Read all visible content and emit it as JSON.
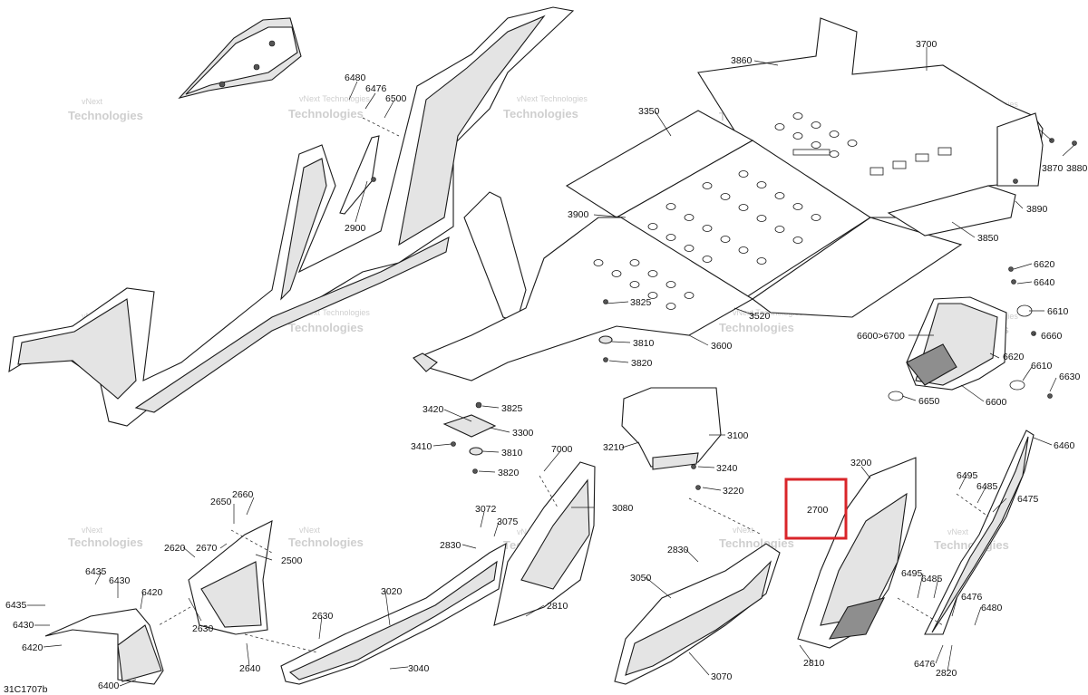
{
  "diagram_code": "31C1707b",
  "highlighted_part": "2700",
  "watermark": {
    "line1": "vNext",
    "line2": "Technologies",
    "line1_alt": "vNext Technologies"
  },
  "part_numbers": {
    "p6480": "6480",
    "p6476a": "6476",
    "p6500": "6500",
    "p2900": "2900",
    "p3860": "3860",
    "p3700": "3700",
    "p3350": "3350",
    "p3870": "3870",
    "p3880": "3880",
    "p3890": "3890",
    "p3900": "3900",
    "p3850": "3850",
    "p6620a": "6620",
    "p6640": "6640",
    "p6610a": "6610",
    "p6600range": "6600>6700",
    "p6660": "6660",
    "p3825a": "3825",
    "p3520": "3520",
    "p3810a": "3810",
    "p3600": "3600",
    "p3820a": "3820",
    "p6620b": "6620",
    "p6610b": "6610",
    "p6630": "6630",
    "p6650": "6650",
    "p6600": "6600",
    "p3420": "3420",
    "p3825b": "3825",
    "p3300": "3300",
    "p3410": "3410",
    "p3810b": "3810",
    "p3820b": "3820",
    "p7000": "7000",
    "p3210": "3210",
    "p3100": "3100",
    "p3240": "3240",
    "p3220": "3220",
    "p6460": "6460",
    "p3200": "3200",
    "p2700": "2700",
    "p6495a": "6495",
    "p6485a": "6485",
    "p6475": "6475",
    "p2660": "2660",
    "p2650": "2650",
    "p3080": "3080",
    "p3072": "3072",
    "p3075": "3075",
    "p2620": "2620",
    "p2670": "2670",
    "p2500": "2500",
    "p2830a": "2830",
    "p2830b": "2830",
    "p6435a": "6435",
    "p6430a": "6430",
    "p6420a": "6420",
    "p6435b": "6435",
    "p6430b": "6430",
    "p6420b": "6420",
    "p2630a": "2630",
    "p3020": "3020",
    "p2630b": "2630",
    "p2810a": "2810",
    "p3050": "3050",
    "p6495b": "6495",
    "p6485b": "6485",
    "p6476b": "6476",
    "p6480b": "6480",
    "p2640": "2640",
    "p3040": "3040",
    "p6400": "6400",
    "p3070": "3070",
    "p2810b": "2810",
    "p6476c": "6476",
    "p2820": "2820"
  }
}
